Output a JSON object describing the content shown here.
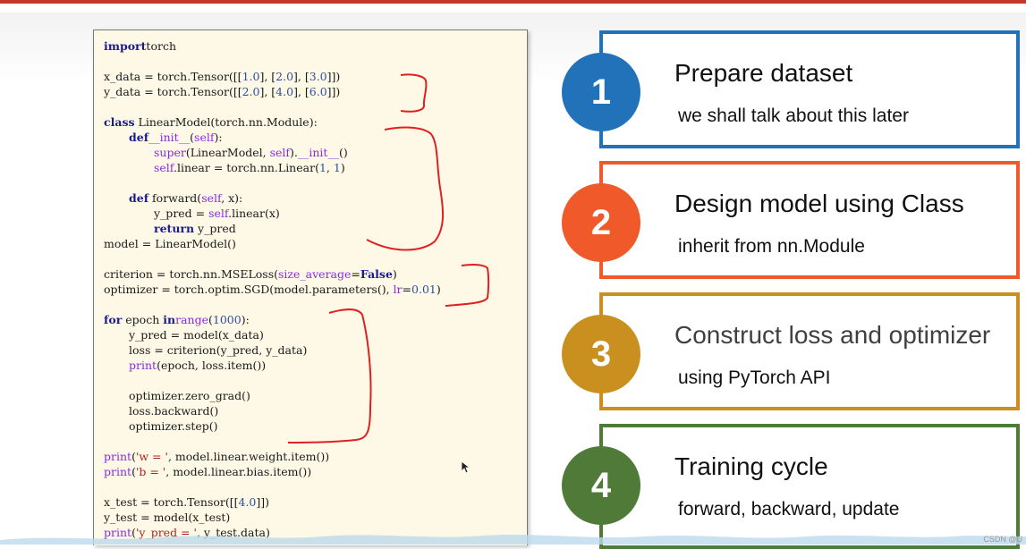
{
  "code": {
    "lines": [
      {
        "row": 0,
        "indent": 0,
        "parts": [
          [
            "kw",
            "import"
          ],
          [
            "",
            "torch"
          ]
        ]
      },
      {
        "row": 2,
        "indent": 0,
        "parts": [
          [
            "",
            "x_data = torch.Tensor([["
          ],
          [
            "nm",
            "1.0"
          ],
          [
            "",
            "], ["
          ],
          [
            "nm",
            "2.0"
          ],
          [
            "",
            "], ["
          ],
          [
            "nm",
            "3.0"
          ],
          [
            "",
            "]])"
          ]
        ]
      },
      {
        "row": 3,
        "indent": 0,
        "parts": [
          [
            "",
            "y_data = torch.Tensor([["
          ],
          [
            "nm",
            "2.0"
          ],
          [
            "",
            "], ["
          ],
          [
            "nm",
            "4.0"
          ],
          [
            "",
            "], ["
          ],
          [
            "nm",
            "6.0"
          ],
          [
            "",
            "]])"
          ]
        ]
      },
      {
        "row": 5,
        "indent": 0,
        "parts": [
          [
            "kw",
            "class"
          ],
          [
            "",
            " LinearModel(torch.nn.Module):"
          ]
        ]
      },
      {
        "row": 6,
        "indent": 1,
        "parts": [
          [
            "kw",
            "def"
          ],
          [
            "",
            ""
          ],
          [
            "bi",
            "__init__"
          ],
          [
            "",
            "("
          ],
          [
            "bi",
            "self"
          ],
          [
            "",
            "):"
          ]
        ]
      },
      {
        "row": 7,
        "indent": 2,
        "parts": [
          [
            "bi",
            "super"
          ],
          [
            "",
            "(LinearModel, "
          ],
          [
            "bi",
            "self"
          ],
          [
            "",
            ")."
          ],
          [
            "bi",
            "__init__"
          ],
          [
            "",
            "()"
          ]
        ]
      },
      {
        "row": 8,
        "indent": 2,
        "parts": [
          [
            "bi",
            "self"
          ],
          [
            "",
            ".linear = torch.nn.Linear("
          ],
          [
            "nm",
            "1"
          ],
          [
            "",
            ", "
          ],
          [
            "nm",
            "1"
          ],
          [
            "",
            ")"
          ]
        ]
      },
      {
        "row": 10,
        "indent": 1,
        "parts": [
          [
            "kw",
            "def"
          ],
          [
            "",
            " forward("
          ],
          [
            "bi",
            "self"
          ],
          [
            "",
            ", x):"
          ]
        ]
      },
      {
        "row": 11,
        "indent": 2,
        "parts": [
          [
            "",
            "y_pred = "
          ],
          [
            "bi",
            "self"
          ],
          [
            "",
            ".linear(x)"
          ]
        ]
      },
      {
        "row": 12,
        "indent": 2,
        "parts": [
          [
            "kw",
            "return"
          ],
          [
            "",
            " y_pred"
          ]
        ]
      },
      {
        "row": 13,
        "indent": 0,
        "parts": [
          [
            "",
            "model = LinearModel()"
          ]
        ]
      },
      {
        "row": 15,
        "indent": 0,
        "parts": [
          [
            "",
            "criterion = torch.nn.MSELoss("
          ],
          [
            "bi",
            "size_average"
          ],
          [
            "",
            "="
          ],
          [
            "kw",
            "False"
          ],
          [
            "",
            ")"
          ]
        ]
      },
      {
        "row": 16,
        "indent": 0,
        "parts": [
          [
            "",
            "optimizer = torch.optim.SGD(model.parameters(), "
          ],
          [
            "bi",
            "lr"
          ],
          [
            "",
            "="
          ],
          [
            "nm",
            "0.01"
          ],
          [
            "",
            ")"
          ]
        ]
      },
      {
        "row": 18,
        "indent": 0,
        "parts": [
          [
            "kw",
            "for"
          ],
          [
            "",
            " epoch "
          ],
          [
            "kw",
            "in"
          ],
          [
            "",
            ""
          ],
          [
            "bi",
            "range"
          ],
          [
            "",
            "("
          ],
          [
            "nm",
            "1000"
          ],
          [
            "",
            "):"
          ]
        ]
      },
      {
        "row": 19,
        "indent": 1,
        "parts": [
          [
            "",
            "y_pred = model(x_data)"
          ]
        ]
      },
      {
        "row": 20,
        "indent": 1,
        "parts": [
          [
            "",
            "loss = criterion(y_pred, y_data)"
          ]
        ]
      },
      {
        "row": 21,
        "indent": 1,
        "parts": [
          [
            "bi",
            "print"
          ],
          [
            "",
            "(epoch, loss.item())"
          ]
        ]
      },
      {
        "row": 23,
        "indent": 1,
        "parts": [
          [
            "",
            "optimizer.zero_grad()"
          ]
        ]
      },
      {
        "row": 24,
        "indent": 1,
        "parts": [
          [
            "",
            "loss.backward()"
          ]
        ]
      },
      {
        "row": 25,
        "indent": 1,
        "parts": [
          [
            "",
            "optimizer.step()"
          ]
        ]
      },
      {
        "row": 27,
        "indent": 0,
        "parts": [
          [
            "bi",
            "print"
          ],
          [
            "",
            "("
          ],
          [
            "st",
            "'w = '"
          ],
          [
            "",
            ", model.linear.weight.item())"
          ]
        ]
      },
      {
        "row": 28,
        "indent": 0,
        "parts": [
          [
            "bi",
            "print"
          ],
          [
            "",
            "("
          ],
          [
            "st",
            "'b = '"
          ],
          [
            "",
            ", model.linear.bias.item())"
          ]
        ]
      },
      {
        "row": 30,
        "indent": 0,
        "parts": [
          [
            "",
            "x_test = torch.Tensor([["
          ],
          [
            "nm",
            "4.0"
          ],
          [
            "",
            "]])"
          ]
        ]
      },
      {
        "row": 31,
        "indent": 0,
        "parts": [
          [
            "",
            "y_test = model(x_test)"
          ]
        ]
      },
      {
        "row": 32,
        "indent": 0,
        "parts": [
          [
            "bi",
            "print"
          ],
          [
            "",
            "("
          ],
          [
            "st",
            "'y_pred = '"
          ],
          [
            "",
            ", y_test.data)"
          ]
        ]
      }
    ]
  },
  "steps": [
    {
      "number": "1",
      "title": "Prepare dataset",
      "subtitle": "we shall talk about this later",
      "color": "#2272b9",
      "title_color": "#111111"
    },
    {
      "number": "2",
      "title": "Design model using Class",
      "subtitle": "inherit from nn.Module",
      "color": "#f05a2a",
      "title_color": "#111111"
    },
    {
      "number": "3",
      "title": "Construct loss and optimizer",
      "subtitle": "using PyTorch API",
      "color": "#c9901f",
      "title_color": "#404040"
    },
    {
      "number": "4",
      "title": "Training cycle",
      "subtitle": "forward, backward, update",
      "color": "#4f7a37",
      "title_color": "#111111"
    }
  ],
  "watermark": "CSDN @U"
}
